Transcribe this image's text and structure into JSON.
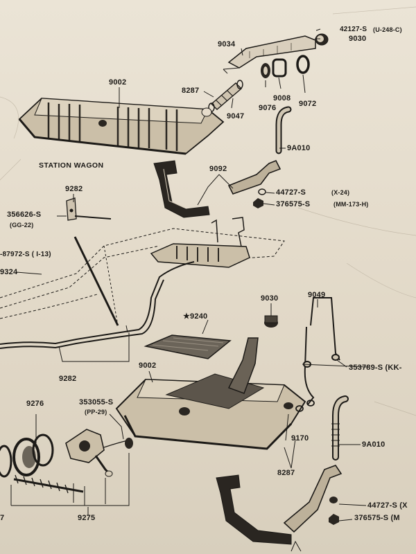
{
  "callouts": {
    "p9002_top": "9002",
    "p9034": "9034",
    "p42127s": "42127-S",
    "p_u248c": "(U-248-C)",
    "p9030_top": "9030",
    "p8287_top": "8287",
    "p9047": "9047",
    "p9076": "9076",
    "p9008": "9008",
    "p9072": "9072",
    "p9a010_top": "9A010",
    "station_wagon": "STATION WAGON",
    "p9092": "9092",
    "p44727s_top": "44727-S",
    "p_x24": "(X-24)",
    "p376575s_top": "376575-S",
    "p_mm173h": "(MM-173-H)",
    "p9282_top": "9282",
    "p356626s": "356626-S",
    "p_gg22": "(GG-22)",
    "p87972s": "-87972-S ( I-13)",
    "p9324": "9324",
    "p9030_mid": "9030",
    "p9049": "9049",
    "p9240": "★9240",
    "p353789s": "353789-S (KK-",
    "p9002_bottom": "9002",
    "p9282_bottom": "9282",
    "p9276": "9276",
    "p353055s": "353055-S",
    "p_pp29": "(PP-29)",
    "p9170": "9170",
    "p9a010_bottom": "9A010",
    "p8287_bottom": "8287",
    "p44727s_bottom": "44727-S (X",
    "p376575s_bottom": "376575-S (M",
    "p9275": "9275",
    "p7_partial": "7"
  },
  "colors": {
    "paper": "#e7dfd0",
    "ink": "#1c1a17"
  }
}
